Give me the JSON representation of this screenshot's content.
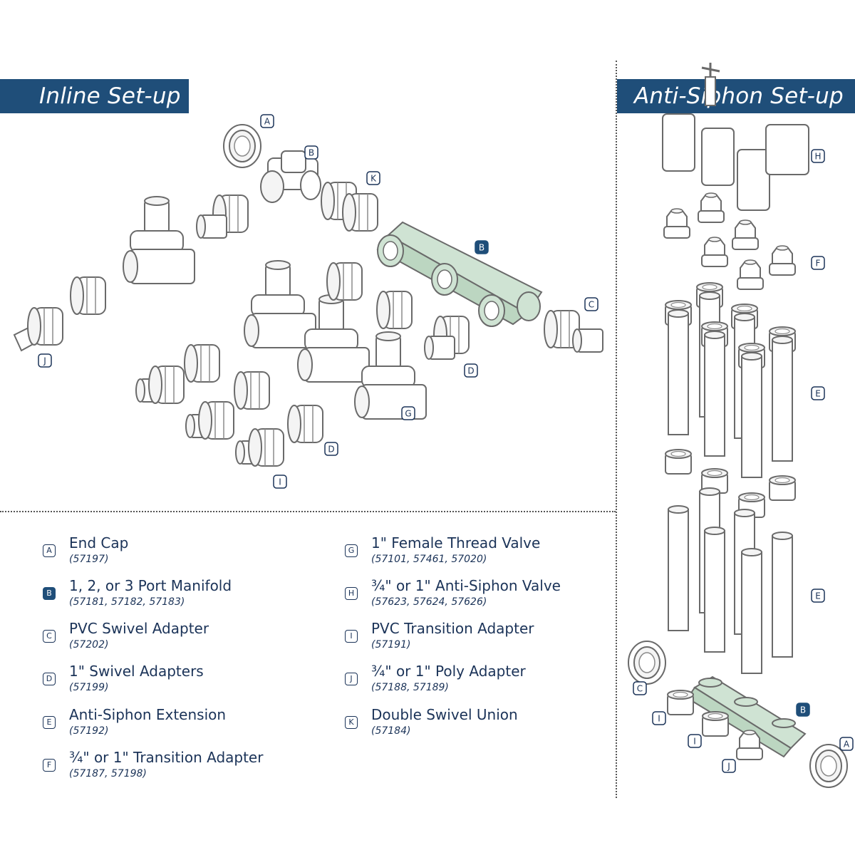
{
  "sections": {
    "inline_title": "Inline Set-up",
    "anti_siphon_title": "Anti-Siphon Set-up"
  },
  "colors": {
    "banner": "#1f4e79",
    "text": "#1b3358",
    "manifold_fill": "#cfe3d3",
    "outline": "#6a6a6a"
  },
  "callouts": {
    "A": "A",
    "B": "B",
    "C": "C",
    "D": "D",
    "E": "E",
    "F": "F",
    "G": "G",
    "H": "H",
    "I": "I",
    "J": "J",
    "K": "K"
  },
  "legend": [
    {
      "letter": "A",
      "name": "End Cap",
      "codes": "(57197)",
      "filled": false
    },
    {
      "letter": "B",
      "name": "1, 2, or 3 Port Manifold",
      "codes": "(57181, 57182, 57183)",
      "filled": true
    },
    {
      "letter": "C",
      "name": "PVC Swivel Adapter",
      "codes": "(57202)",
      "filled": false
    },
    {
      "letter": "D",
      "name": "1\" Swivel Adapters",
      "codes": "(57199)",
      "filled": false
    },
    {
      "letter": "E",
      "name": "Anti-Siphon Extension",
      "codes": "(57192)",
      "filled": false
    },
    {
      "letter": "F",
      "name": "¾\" or 1\" Transition Adapter",
      "codes": "(57187, 57198)",
      "filled": false
    },
    {
      "letter": "G",
      "name": "1\" Female Thread Valve",
      "codes": "(57101, 57461, 57020)",
      "filled": false
    },
    {
      "letter": "H",
      "name": "¾\" or 1\" Anti-Siphon Valve",
      "codes": "(57623, 57624, 57626)",
      "filled": false
    },
    {
      "letter": "I",
      "name": "PVC Transition Adapter",
      "codes": "(57191)",
      "filled": false
    },
    {
      "letter": "J",
      "name": "¾\" or 1\" Poly Adapter",
      "codes": "(57188, 57189)",
      "filled": false
    },
    {
      "letter": "K",
      "name": "Double Swivel Union",
      "codes": "(57184)",
      "filled": false
    }
  ]
}
